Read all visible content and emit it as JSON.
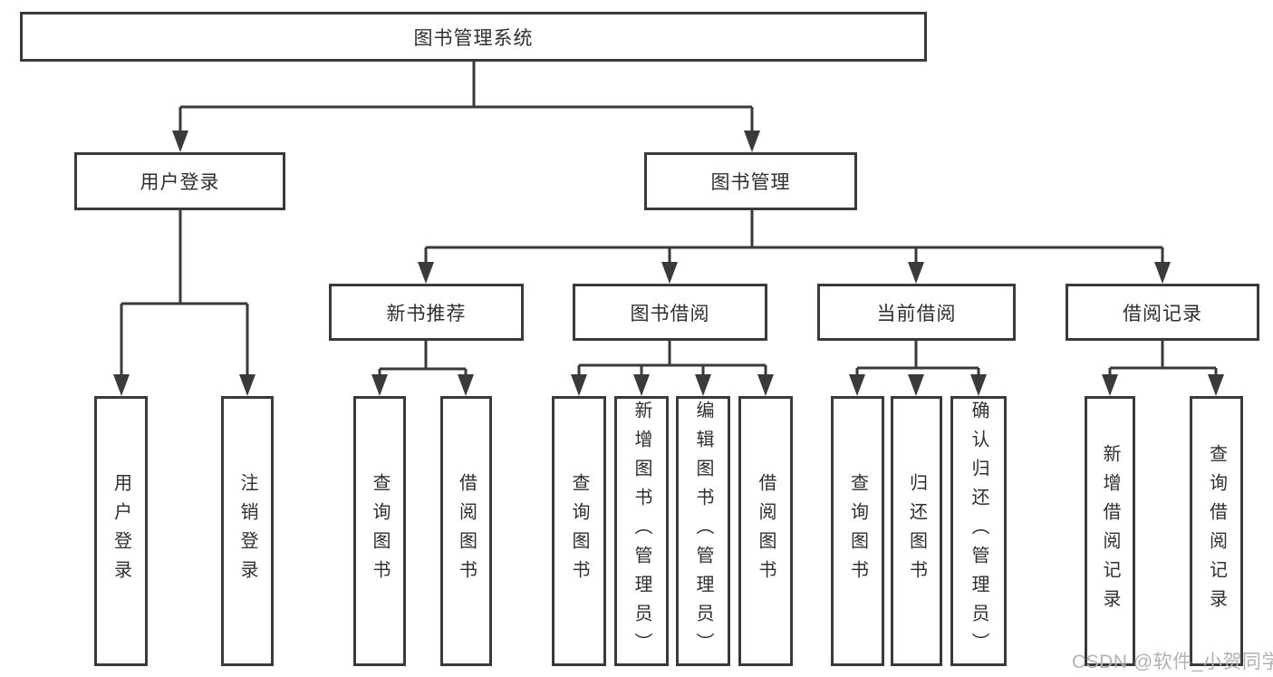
{
  "tree": {
    "root": {
      "label": "图书管理系统"
    },
    "branches": [
      {
        "label": "用户登录",
        "children": [
          {
            "label": "用户登录"
          },
          {
            "label": "注销登录"
          }
        ]
      },
      {
        "label": "图书管理",
        "children": [
          {
            "label": "新书推荐",
            "children": [
              {
                "label": "查询图书"
              },
              {
                "label": "借阅图书"
              }
            ]
          },
          {
            "label": "图书借阅",
            "children": [
              {
                "label": "查询图书"
              },
              {
                "label": "新增图书（管理员）"
              },
              {
                "label": "编辑图书（管理员）"
              },
              {
                "label": "借阅图书"
              }
            ]
          },
          {
            "label": "当前借阅",
            "children": [
              {
                "label": "查询图书"
              },
              {
                "label": "归还图书"
              },
              {
                "label": "确认归还（管理员）"
              }
            ]
          },
          {
            "label": "借阅记录",
            "children": [
              {
                "label": "新增借阅记录"
              },
              {
                "label": "查询借阅记录"
              }
            ]
          }
        ]
      }
    ]
  },
  "watermark": {
    "text": "CSDN @软件_小贺同学"
  },
  "colors": {
    "line": "#3a3a3a",
    "text": "#2f2f2f",
    "watermark": "#b2b2b2",
    "background": "#ffffff"
  }
}
